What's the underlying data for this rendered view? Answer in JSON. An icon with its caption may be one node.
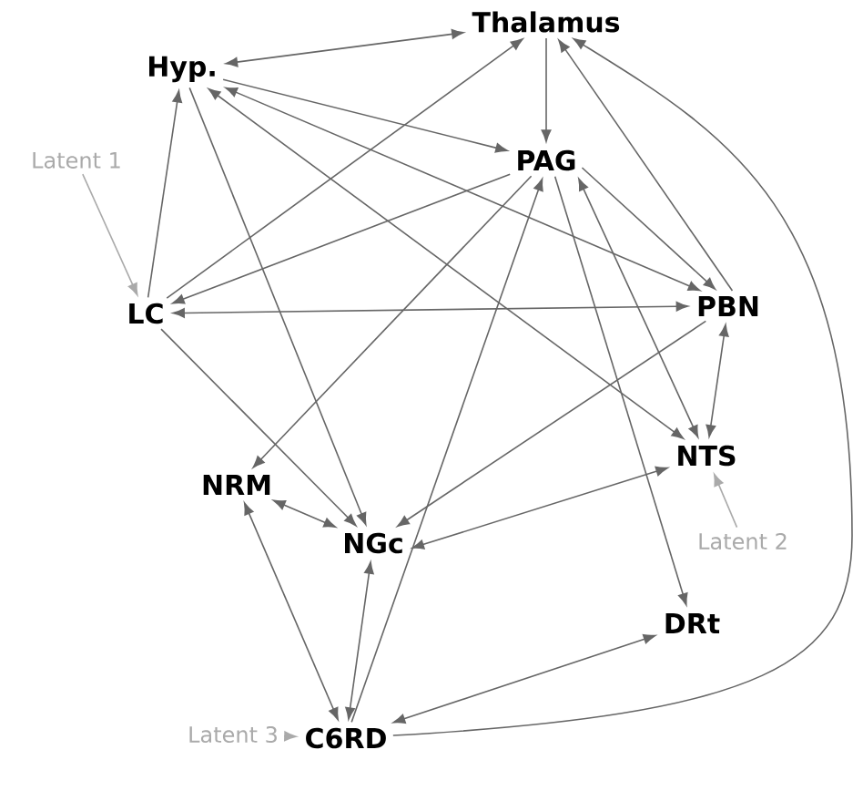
{
  "diagram": {
    "nodes": [
      {
        "text": [
          "Thalamus"
        ]
      },
      {
        "text": [
          "Hyp."
        ]
      },
      {
        "text": [
          "PAG"
        ]
      },
      {
        "text": [
          "Latent 1"
        ]
      },
      {
        "text": [
          "LC"
        ]
      },
      {
        "text": [
          "PBN"
        ]
      },
      {
        "text": [
          "NTS"
        ]
      },
      {
        "text": [
          "NRM"
        ]
      },
      {
        "text": [
          "NGc"
        ]
      },
      {
        "text": [
          "Latent 2"
        ]
      },
      {
        "text": [
          "DRt"
        ]
      },
      {
        "text": [
          "Latent 3"
        ]
      },
      {
        "text": [
          "C6RD"
        ]
      }
    ],
    "edges": [
      {
        "from": 1,
        "to": 0,
        "arrow": "both"
      },
      {
        "from": 0,
        "to": 2,
        "arrow": "to"
      },
      {
        "from": 1,
        "to": 2,
        "arrow": "to"
      },
      {
        "from": 1,
        "to": 5,
        "arrow": "both"
      },
      {
        "from": 1,
        "to": 6,
        "arrow": "both"
      },
      {
        "from": 1,
        "to": 8,
        "arrow": "to"
      },
      {
        "from": 4,
        "to": 1,
        "arrow": "to"
      },
      {
        "from": 4,
        "to": 0,
        "arrow": "to"
      },
      {
        "from": 2,
        "to": 4,
        "arrow": "to"
      },
      {
        "from": 4,
        "to": 5,
        "arrow": "both"
      },
      {
        "from": 4,
        "to": 8,
        "arrow": "to"
      },
      {
        "from": 2,
        "to": 5,
        "arrow": "to"
      },
      {
        "from": 2,
        "to": 7,
        "arrow": "to"
      },
      {
        "from": 2,
        "to": 6,
        "arrow": "both"
      },
      {
        "from": 2,
        "to": 10,
        "arrow": "to"
      },
      {
        "from": 12,
        "to": 2,
        "arrow": "to"
      },
      {
        "from": 5,
        "to": 0,
        "arrow": "to"
      },
      {
        "from": 5,
        "to": 6,
        "arrow": "both"
      },
      {
        "from": 5,
        "to": 8,
        "arrow": "to"
      },
      {
        "from": 6,
        "to": 8,
        "arrow": "both"
      },
      {
        "from": 7,
        "to": 8,
        "arrow": "both"
      },
      {
        "from": 7,
        "to": 12,
        "arrow": "both"
      },
      {
        "from": 8,
        "to": 12,
        "arrow": "both"
      },
      {
        "from": 10,
        "to": 12,
        "arrow": "both"
      },
      {
        "from": 12,
        "to": 0,
        "arrow": "to"
      },
      {
        "from": 3,
        "to": 4,
        "arrow": "to",
        "color": "#aaaaaa"
      },
      {
        "from": 9,
        "to": 6,
        "arrow": "to",
        "color": "#aaaaaa"
      },
      {
        "from": 11,
        "to": 12,
        "arrow": "to",
        "color": "#aaaaaa"
      }
    ]
  }
}
